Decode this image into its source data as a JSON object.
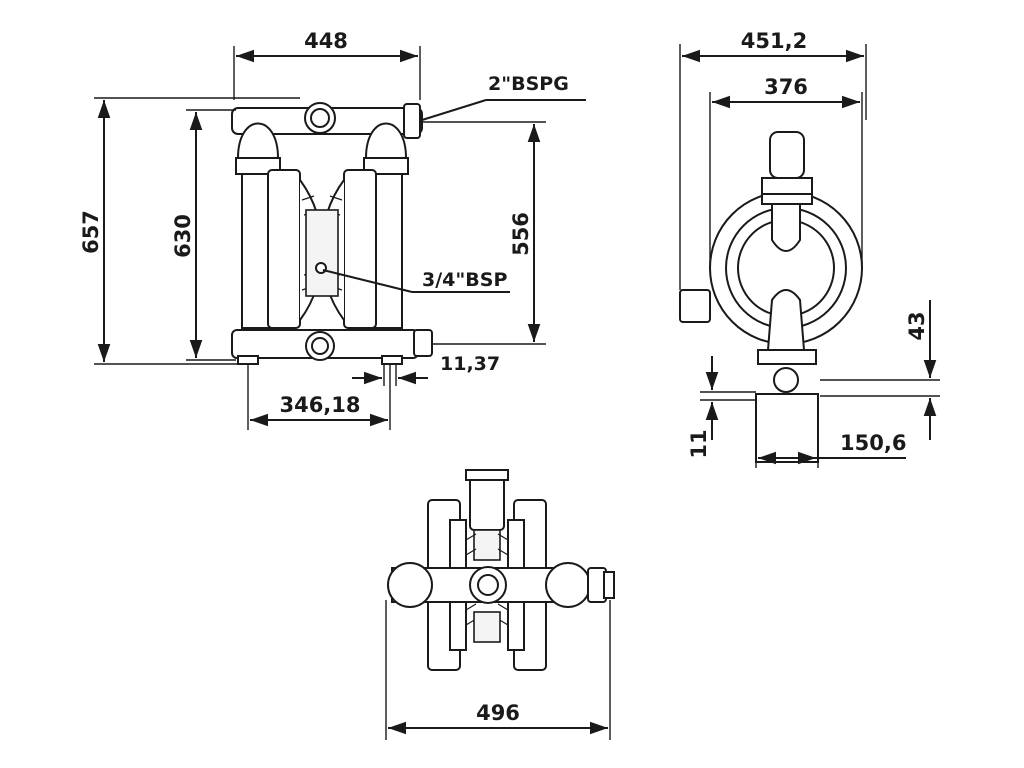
{
  "front_view": {
    "width_label": "448",
    "outlet_label": "2\"BSPG",
    "total_height_label": "657",
    "height_label": "630",
    "port_height_label": "556",
    "air_inlet_label": "3/4\"BSP",
    "foot_offset_label": "11,37",
    "bolt_spacing_label": "346,18"
  },
  "side_view": {
    "overall_depth_label": "451,2",
    "body_depth_label": "376",
    "inlet_height_label": "43",
    "base_thickness_label": "11",
    "foot_width_label": "150,6"
  },
  "top_view": {
    "overall_width_label": "496"
  }
}
